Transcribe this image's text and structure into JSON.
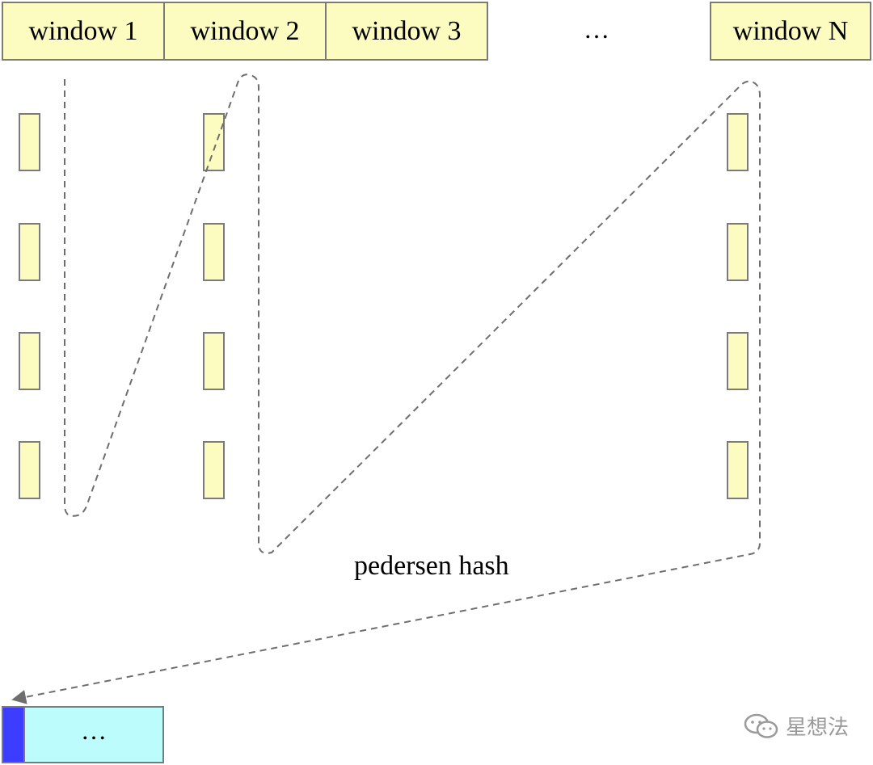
{
  "windows": [
    {
      "label": "window 1"
    },
    {
      "label": "window 2"
    },
    {
      "label": "window 3"
    },
    {
      "label": "window N"
    }
  ],
  "window_ellipsis": "…",
  "hash_label": "pedersen hash",
  "result": {
    "ellipsis": "…"
  },
  "watermark": {
    "text": "星想法",
    "icon": "wechat-icon"
  },
  "colors": {
    "window_fill": "#fdfcc0",
    "border": "#7a7a7a",
    "dash": "#6e6e6e",
    "result_accent": "#3d3dff",
    "result_fill": "#bdfcfd"
  }
}
